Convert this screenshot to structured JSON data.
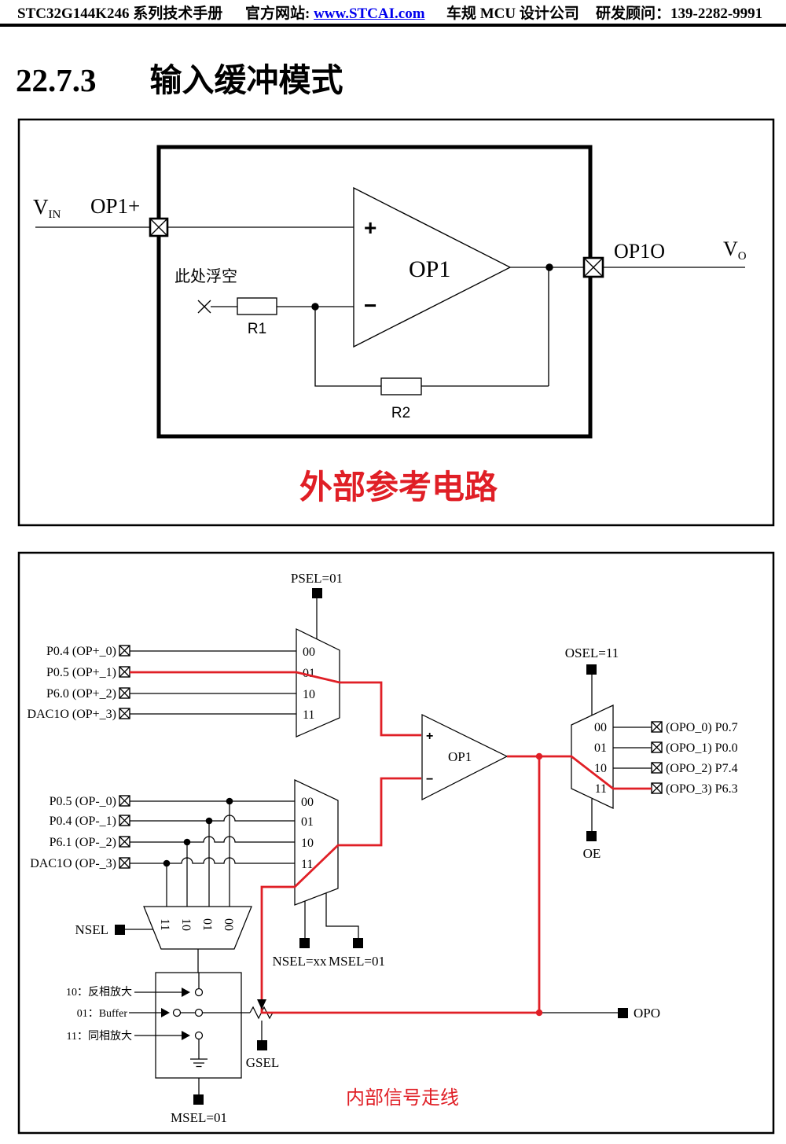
{
  "header": {
    "manual_title": "STC32G144K246 系列技术手册",
    "site_label": "官方网站:",
    "site_url": "www.STCAI.com",
    "company": "车规 MCU 设计公司",
    "contact": "研发顾问：139-2282-9991"
  },
  "section": {
    "number": "22.7.3",
    "title": "输入缓冲模式"
  },
  "colors": {
    "accent_red": "#e01f26",
    "link_blue": "#0000ee"
  },
  "external_circuit": {
    "caption": "外部参考电路",
    "v_in": "V",
    "v_in_sub": "IN",
    "op1_plus_pin": "OP1+",
    "float_note": "此处浮空",
    "r1": "R1",
    "r2": "R2",
    "opamp": "OP1",
    "plus": "+",
    "minus": "−",
    "op1o_pin": "OP1O",
    "v_o": "V",
    "v_o_sub": "O"
  },
  "internal_routing": {
    "caption": "内部信号走线",
    "psel": "PSEL=01",
    "osel": "OSEL=11",
    "oe": "OE",
    "nsel_label": "NSEL",
    "nsel_xx": "NSEL=xx",
    "msel_mid": "MSEL=01",
    "msel_bottom": "MSEL=01",
    "gsel": "GSEL",
    "opo": "OPO",
    "opamp": "OP1",
    "plus": "+",
    "minus": "−",
    "mux_rows": [
      "00",
      "01",
      "10",
      "11"
    ],
    "nsel_rows": [
      "11",
      "10",
      "01",
      "00"
    ],
    "pos_inputs": [
      "P0.4 (OP+_0)",
      "P0.5 (OP+_1)",
      "P6.0 (OP+_2)",
      "DAC1O (OP+_3)"
    ],
    "neg_inputs": [
      "P0.5 (OP-_0)",
      "P0.4 (OP-_1)",
      "P6.1 (OP-_2)",
      "DAC1O (OP-_3)"
    ],
    "outputs": [
      "(OPO_0) P0.7",
      "(OPO_1) P0.0",
      "(OPO_2) P7.4",
      "(OPO_3) P6.3"
    ],
    "modes": [
      "10：反相放大",
      "01：Buffer",
      "11：同相放大"
    ]
  }
}
